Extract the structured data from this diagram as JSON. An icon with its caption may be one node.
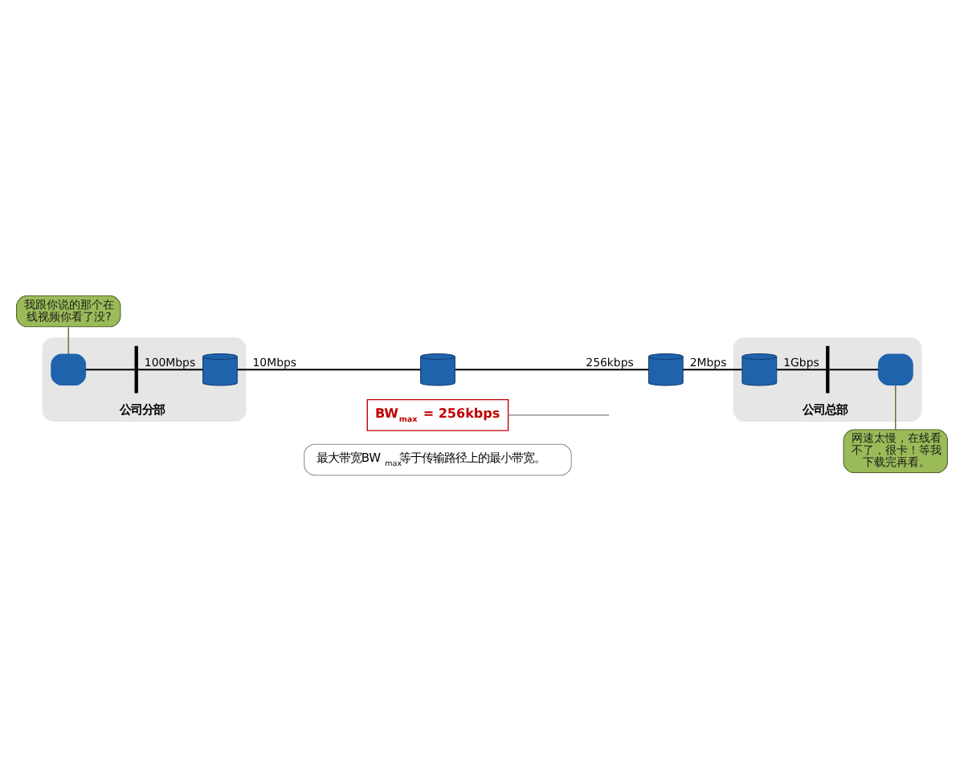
{
  "diagram": {
    "nodes": [
      {
        "text": [
          "我跟你说的那个在线视频你看了没?"
        ]
      },
      {
        "text": [
          "网速太慢，在线看不了，很卡！等我下载完再看。"
        ]
      },
      {
        "text": [
          "公司分部"
        ]
      },
      {
        "text": [],
        "shape": "box",
        "in": 2
      },
      {
        "text": [],
        "shape": "bar",
        "in": 2
      },
      {
        "text": [],
        "shape": "cylinder",
        "in": 2
      },
      {
        "text": [],
        "shape": "cylinder"
      },
      {
        "text": [],
        "shape": "cylinder"
      },
      {
        "text": [
          "公司总部"
        ]
      },
      {
        "text": [],
        "shape": "cylinder",
        "in": 8
      },
      {
        "text": [],
        "shape": "bar",
        "in": 8
      },
      {
        "text": [],
        "shape": "box",
        "in": 8
      },
      {
        "text": [
          "BW$_{max}$ = 256kbps"
        ]
      },
      {
        "text": [
          "最大带宽BW$_{max}$等于传输路径上的最小带宽。"
        ]
      }
    ],
    "edges": [
      {
        "from": 0,
        "to": 3,
        "arrow": "none",
        "color": "#4f6228"
      },
      {
        "from": 1,
        "to": 11,
        "arrow": "none",
        "color": "#4f6228"
      },
      {
        "from": 3,
        "to": 4,
        "arrow": "none"
      },
      {
        "from": 4,
        "to": 5,
        "label": "100Mbps",
        "arrow": "none"
      },
      {
        "from": 5,
        "to": 6,
        "label": "10Mbps",
        "arrow": "none"
      },
      {
        "from": 6,
        "to": 7,
        "label": "256kbps",
        "arrow": "none"
      },
      {
        "from": 7,
        "to": 9,
        "label": "2Mbps",
        "arrow": "none"
      },
      {
        "from": 9,
        "to": 10,
        "label": "1Gbps",
        "arrow": "none"
      },
      {
        "from": 10,
        "to": 11,
        "arrow": "none"
      },
      {
        "from": 12,
        "to": null,
        "arrow": "none",
        "color": "#7f7f7f"
      }
    ]
  }
}
